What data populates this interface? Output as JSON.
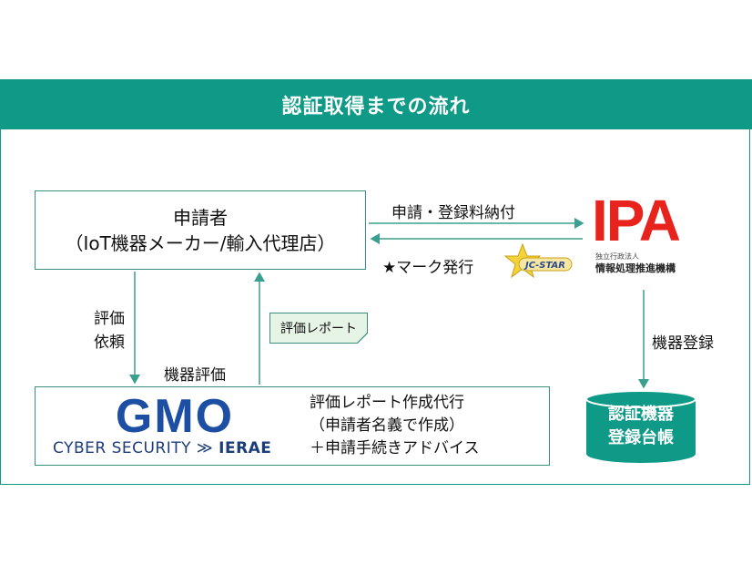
{
  "title": "認証取得までの流れ",
  "applicant": {
    "line1": "申請者",
    "line2": "（IoT機器メーカー/輸入代理店）"
  },
  "ipa": {
    "logo": "IPA",
    "small": "独立行政法人",
    "name": "情報処理推進機構"
  },
  "flows": {
    "apply_fee": "申請・登録料納付",
    "mark_issue": "★マーク発行",
    "eval_request_1": "評価",
    "eval_request_2": "依頼",
    "device_eval": "機器評価",
    "eval_report": "評価レポート",
    "device_register": "機器登録"
  },
  "jcstar": {
    "text": "JC-STAR"
  },
  "gmo": {
    "logo": "GMO",
    "sub_left": "CYBER SECURITY",
    "sub_right": "IERAE",
    "service_1": "評価レポート作成代行",
    "service_2": "（申請者名義で作成）",
    "service_3": "＋申請手続きアドバイス"
  },
  "ledger": {
    "line1": "認証機器",
    "line2": "登録台帳"
  },
  "colors": {
    "accent": "#0f9a87",
    "ipa_red": "#e8231e",
    "gmo_blue": "#1c4fa3"
  }
}
